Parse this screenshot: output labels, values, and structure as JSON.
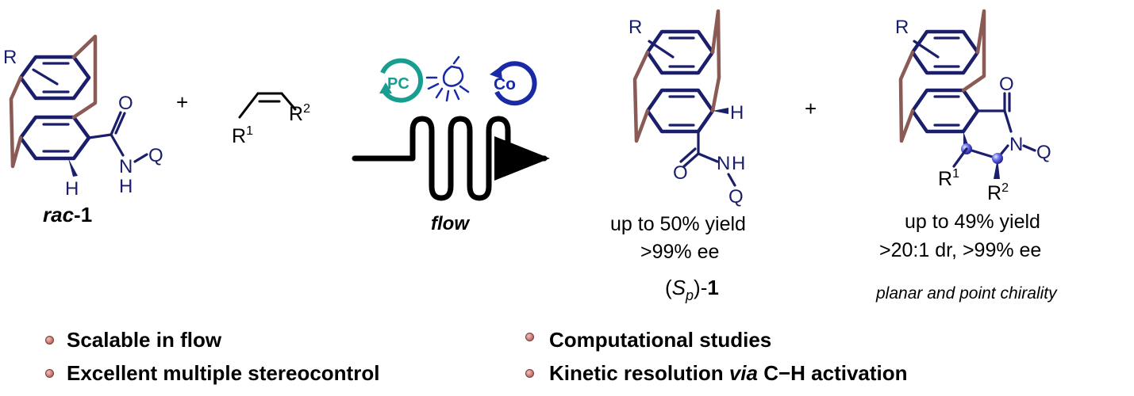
{
  "reactant": {
    "R": "R",
    "N": "N",
    "NH_H": "H",
    "O": "O",
    "Q": "Q",
    "H": "H",
    "label_prefix": "rac",
    "label_num": "-1"
  },
  "plus_1": "+",
  "alkene": {
    "R1": "R",
    "R1_sup": "1",
    "R2": "R",
    "R2_sup": "2"
  },
  "conditions": {
    "pc": "PC",
    "co": "Co",
    "label": "flow",
    "colors": {
      "pc": "#189e90",
      "co": "#1a2aa6",
      "lamp": "#1a2aa6"
    }
  },
  "product_1": {
    "R": "R",
    "H": "H",
    "O": "O",
    "NH_N": "N",
    "NH_H": "H",
    "Q": "Q",
    "yield": "up to 50% yield",
    "ee": ">99% ee",
    "label_open": "(",
    "label_S": "S",
    "label_p": "p",
    "label_close": ")-",
    "label_num": "1"
  },
  "plus_2": "+",
  "product_2": {
    "R": "R",
    "O": "O",
    "N": "N",
    "Q": "Q",
    "R1": "R",
    "R1_sup": "1",
    "R2": "R",
    "R2_sup": "2",
    "yield": "up to 49% yield",
    "dr_ee": ">20:1 dr, >99% ee",
    "chirality": "planar and point chirality"
  },
  "bullets": [
    {
      "text": "Scalable in flow"
    },
    {
      "text": "Excellent multiple stereocontrol"
    },
    {
      "text": "Computational studies"
    },
    {
      "pre": "Kinetic resolution ",
      "via": "via",
      "post": " C−H activation"
    }
  ],
  "colors": {
    "bridge": "#8b5a55",
    "structure": "#1b1f6b",
    "bullet_dot": "#c87d74"
  }
}
